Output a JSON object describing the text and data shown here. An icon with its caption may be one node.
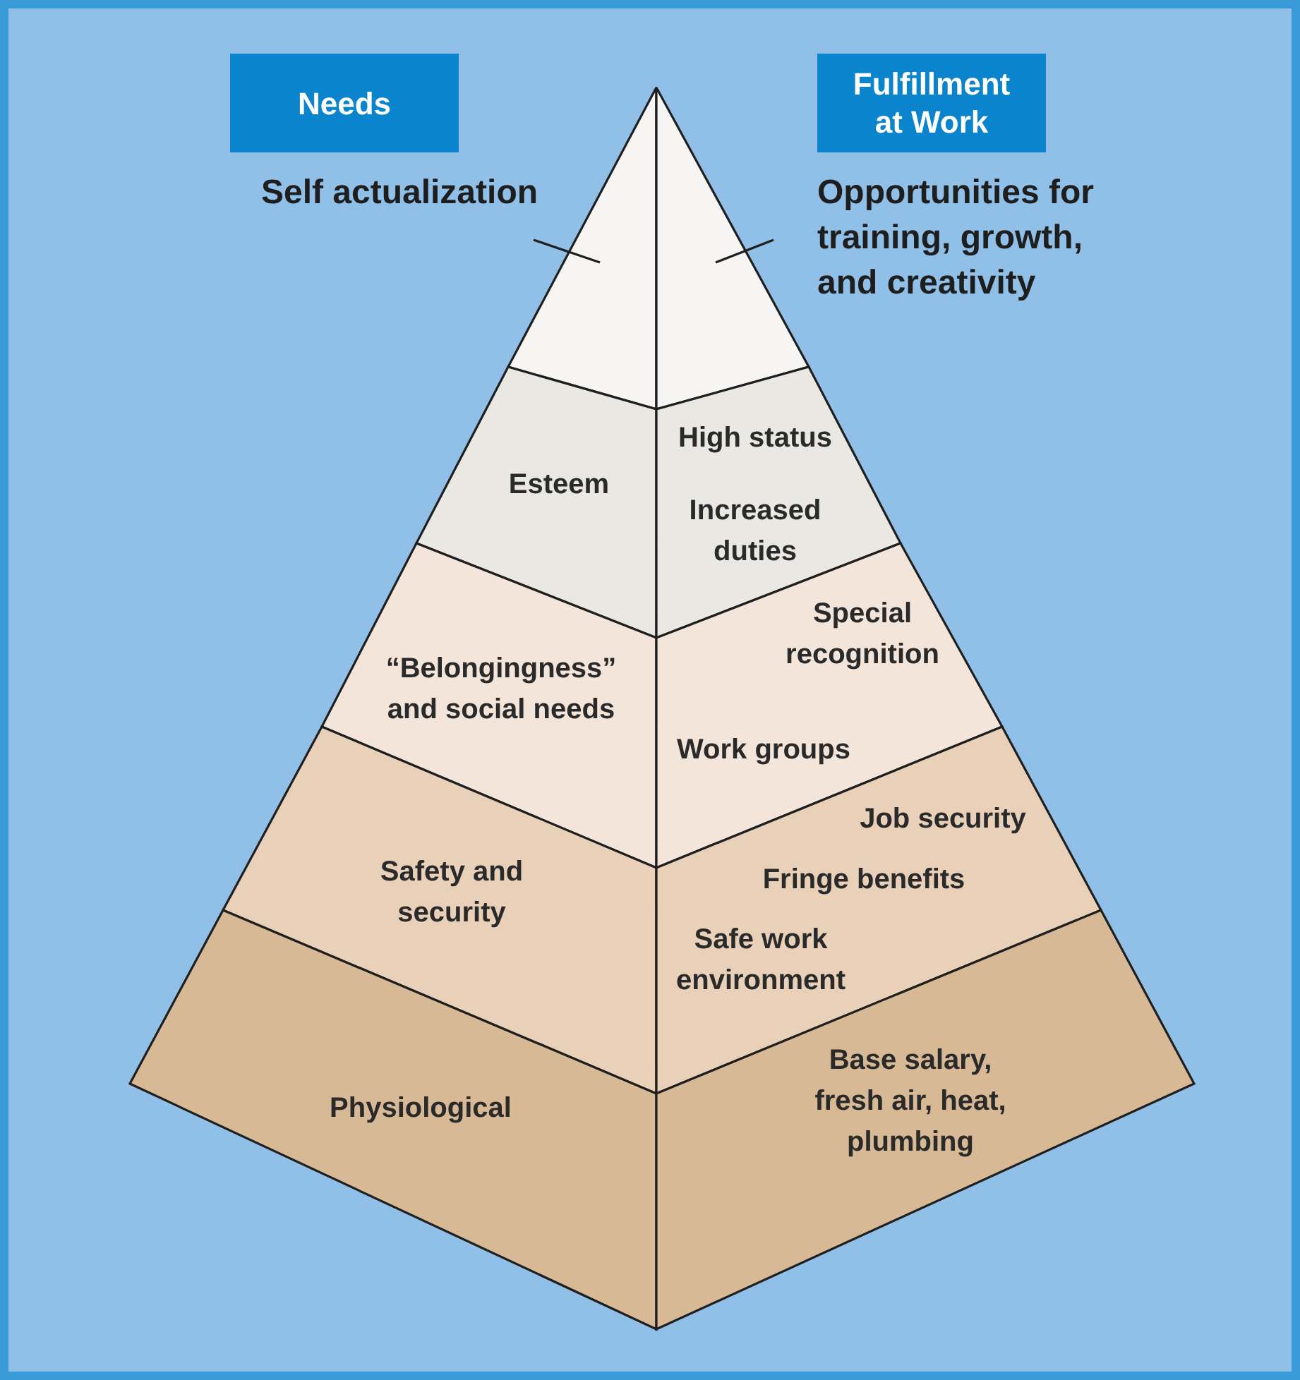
{
  "diagram": {
    "nodes": [
      {
        "text": [
          "Needs"
        ]
      },
      {
        "text": [
          "Fulfillment at Work"
        ]
      },
      {
        "text": [
          "Self actualization"
        ]
      },
      {
        "text": [],
        "shape": "triangle"
      },
      {
        "text": [
          "Opportunities for training, growth, and creativity"
        ]
      },
      {
        "text": [],
        "shape": "triangle"
      },
      {
        "text": [
          "Esteem"
        ]
      },
      {
        "text": [
          "High status",
          "Increased duties"
        ]
      },
      {
        "text": [
          "“Belongingness” and social needs"
        ]
      },
      {
        "text": [
          "Special recognition",
          "Work groups"
        ]
      },
      {
        "text": [
          "Safety and security"
        ]
      },
      {
        "text": [
          "Job security",
          "Fringe benefits",
          "Safe work environment"
        ]
      },
      {
        "text": [
          "Physiological"
        ]
      },
      {
        "text": [
          "Base salary, fresh air, heat, plumbing"
        ]
      }
    ],
    "edges": [
      {
        "from": 2,
        "to": 3,
        "arrow": "none"
      },
      {
        "from": 4,
        "to": 5,
        "arrow": "none"
      }
    ]
  }
}
